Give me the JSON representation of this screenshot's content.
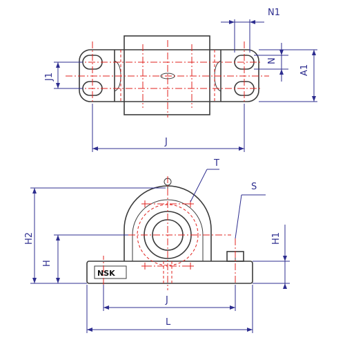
{
  "brand": "NSK",
  "top_view": {
    "labels": {
      "n1": "N1",
      "n": "N",
      "j1": "J1",
      "a1": "A1",
      "j": "J"
    }
  },
  "front_view": {
    "labels": {
      "t": "T",
      "s": "S",
      "h2": "H2",
      "h": "H",
      "h1": "H1",
      "j": "J",
      "l": "L"
    }
  }
}
